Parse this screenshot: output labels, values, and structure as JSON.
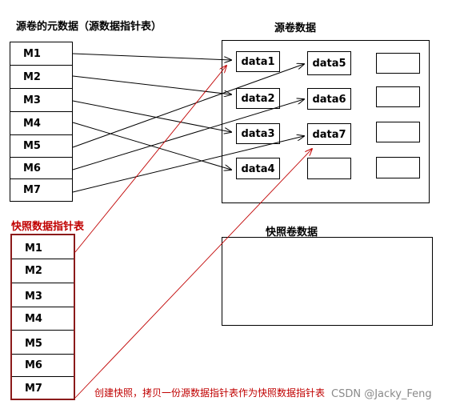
{
  "source_meta": {
    "title": "源卷的元数据（源数据指针表）",
    "rows": [
      "M1",
      "M2",
      "M3",
      "M4",
      "M5",
      "M6",
      "M7"
    ]
  },
  "snapshot_meta": {
    "title": "快照数据指针表",
    "rows": [
      "M1",
      "M2",
      "M3",
      "M4",
      "M5",
      "M6",
      "M7"
    ]
  },
  "source_volume": {
    "title": "源卷数据",
    "blocks": [
      "data1",
      "data2",
      "data3",
      "data4",
      "data5",
      "data6",
      "data7",
      "",
      "",
      "",
      "",
      ""
    ]
  },
  "snapshot_volume": {
    "title": "快照卷数据"
  },
  "caption": "创建快照，拷贝一份源数据指针表作为快照数据指针表",
  "watermark": "CSDN @Jacky_Feng",
  "colors": {
    "black_arrow": "#000000",
    "red_arrow": "#c00000",
    "snapshot_border": "#8b1a1a"
  },
  "mappings": [
    {
      "from": "M1",
      "to": "data1"
    },
    {
      "from": "M2",
      "to": "data2"
    },
    {
      "from": "M3",
      "to": "data3"
    },
    {
      "from": "M4",
      "to": "data4"
    },
    {
      "from": "M5",
      "to": "data5"
    },
    {
      "from": "M6",
      "to": "data6"
    },
    {
      "from": "M7",
      "to": "data7"
    }
  ]
}
